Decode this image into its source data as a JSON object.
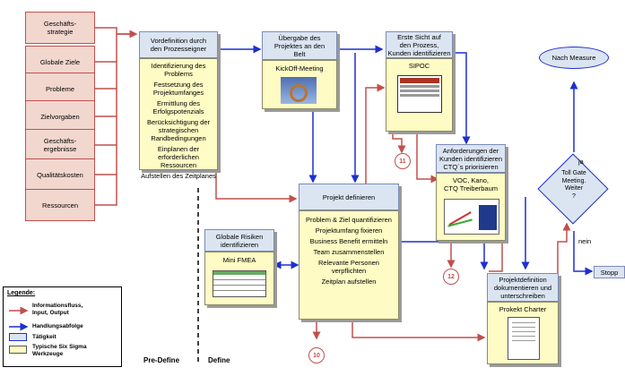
{
  "sources": [
    "Geschäfts-\nstrategie",
    "Globale Ziele",
    "Probleme",
    "Zielvorgaben",
    "Geschäfts-\nergebnisse",
    "Qualitätskosten",
    "Ressourcen"
  ],
  "vordefinition": {
    "title": "Vordefinition durch\nden Prozesseigner",
    "items": [
      "Identifizierung des Problems",
      "Festsetzung des\nProjektumfanges",
      "Ermittlung des\nErfolgspotenzials",
      "Berücksichtigung der\nstrategischen\nRandbedingungen",
      "Einplanen der\nerforderlichen Ressourcen",
      "Aufstellen des Zeitplanes"
    ]
  },
  "uebergabe": {
    "title": "Übergabe des\nProjektes an den\nBelt",
    "tool": "KickOff-Meeting"
  },
  "sicht": {
    "title": "Erste Sicht auf\nden Prozess,\nKunden identifizieren",
    "tool": "SIPOC"
  },
  "anforderungen": {
    "title": "Anforderungen der\nKunden identifizieren\nCTQ´s priorisieren",
    "tool": "VOC, Kano,\nCTQ Treiberbaum"
  },
  "projekt": {
    "title": "Projekt definieren",
    "items": [
      "Problem & Ziel quantifizieren",
      "Projektumfang fixieren",
      "Business Benefit ermitteln",
      "Team zusammenstellen",
      "Relevante Personen\nverpflichten",
      "Zeitplan aufstellen"
    ]
  },
  "risiken": {
    "title": "Globale Risiken\nidentifizieren",
    "tool": "Mini FMEA"
  },
  "charter": {
    "title": "Projektdefinition\ndokumentieren und\nunterschreiben",
    "tool": "Prokekt Charter"
  },
  "measure": "Nach Measure",
  "tollgate": "Toll Gate\nMeeting.\nWeiter\n?",
  "ja": "ja",
  "nein": "nein",
  "stopp": "Stopp",
  "numbers": [
    "11",
    "12",
    "10"
  ],
  "phases": {
    "pre": "Pre-Define",
    "def": "Define"
  },
  "legend": {
    "title": "Legende:",
    "items": [
      "Informationsfluss,\nInput, Output",
      "Handlungsabfolge",
      "Tätigkeit",
      "Typische Six Sigma\nWerkzeuge"
    ]
  },
  "colors": {
    "info": "#c0504d",
    "action": "#1f2fd0",
    "activity": "#dbe5f1",
    "tool": "#fefbc4"
  }
}
